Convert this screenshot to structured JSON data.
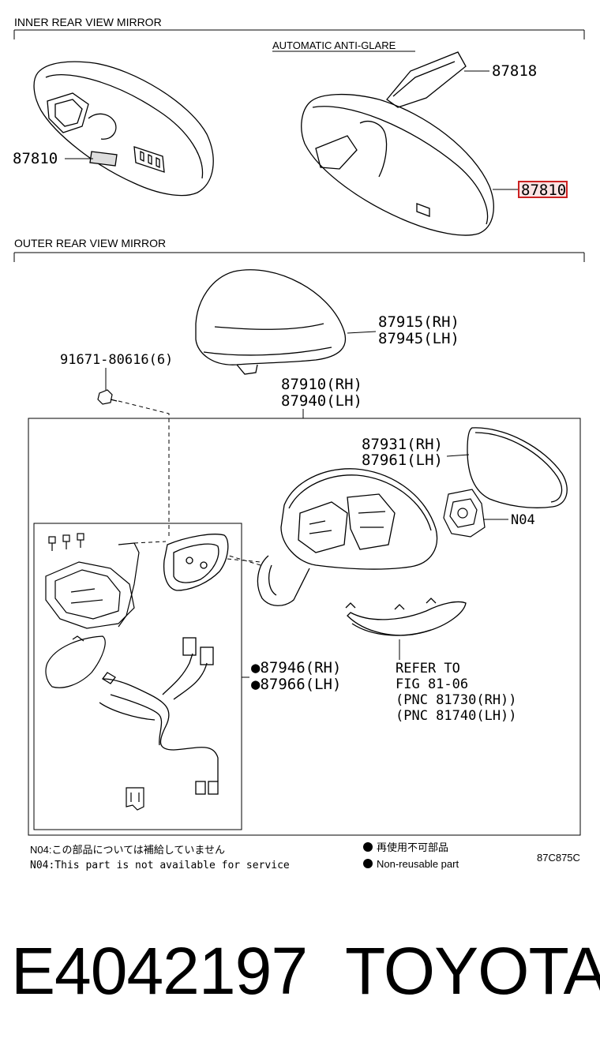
{
  "inner_section": {
    "title": "INNER REAR VIEW MIRROR",
    "subtitle": "AUTOMATIC ANTI-GLARE",
    "parts": [
      "87810",
      "87818",
      "87810"
    ]
  },
  "outer_section": {
    "title": "OUTER REAR VIEW MIRROR",
    "screw": "91671-80616(6)",
    "cover": [
      "87915(RH)",
      "87945(LH)"
    ],
    "assembly": [
      "87910(RH)",
      "87940(LH)"
    ],
    "glass": [
      "87931(RH)",
      "87961(LH)"
    ],
    "motor": "N04",
    "harness": [
      "●87946(RH)",
      "●87966(LH)"
    ],
    "refer": [
      "REFER TO",
      "FIG 81-06",
      "(PNC 81730(RH))",
      "(PNC 81740(LH))"
    ]
  },
  "notes": {
    "jp": "N04:この部品については補給していません",
    "en": "N04:This part is not available for service"
  },
  "legend": {
    "jp": "再使用不可部品",
    "en": "Non-reusable part"
  },
  "diagram_code": "87C875C",
  "footer": {
    "part_number": "E4042197",
    "brand": "TOYOTA"
  },
  "colors": {
    "highlight": "#cc2222",
    "highlight_fill": "#fbe3e3",
    "line": "#000000"
  }
}
